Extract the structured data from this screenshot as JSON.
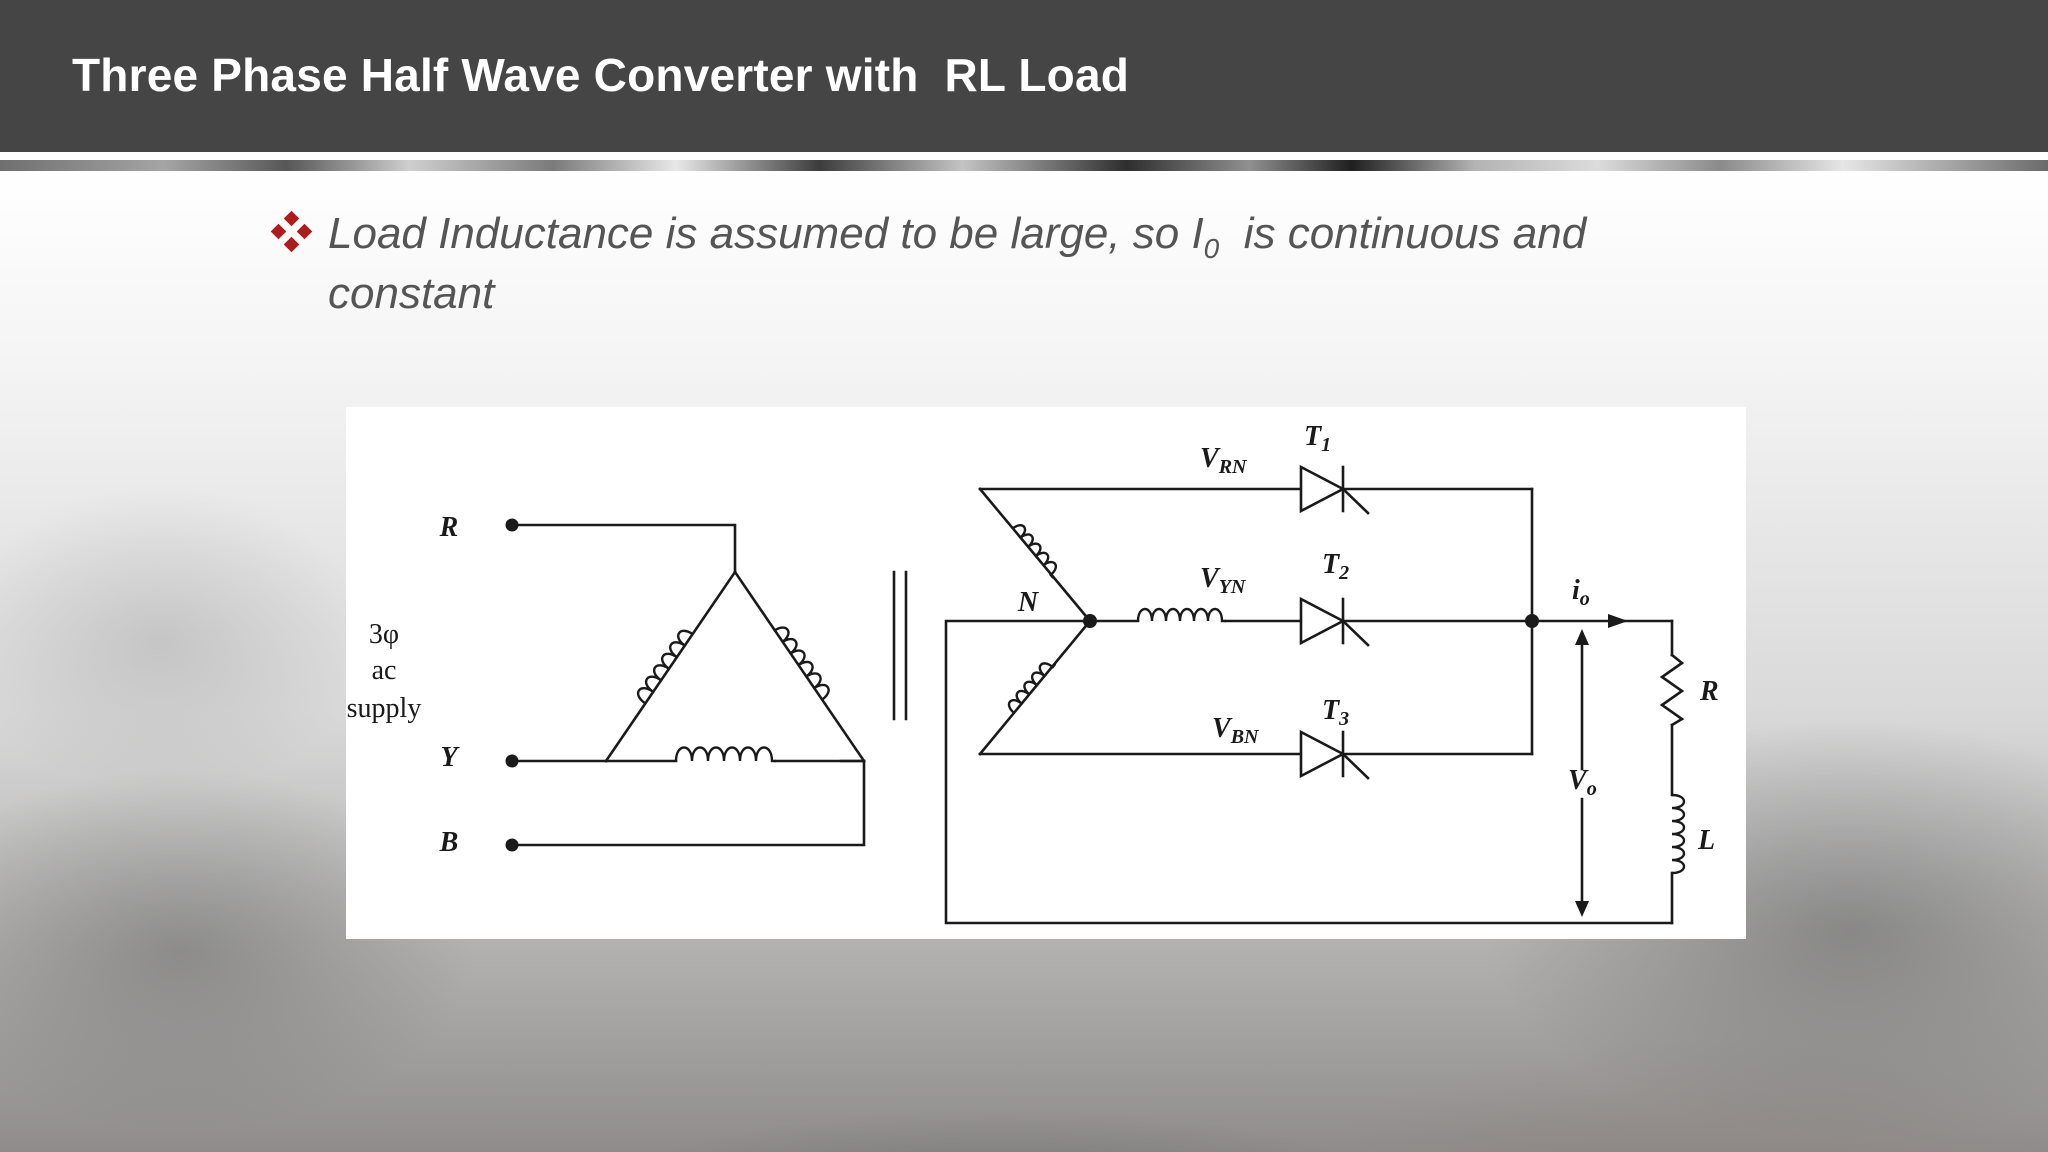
{
  "slide": {
    "title": "Three Phase Half Wave Converter with  RL Load",
    "accent_color": "#b01c1c",
    "bullet": {
      "text_before": "Load Inductance is assumed to be large, so ",
      "symbol": "I",
      "symbol_sub": "0",
      "text_after": "  is continuous and constant"
    }
  },
  "circuit": {
    "supply_label_line1": "3φ",
    "supply_label_line2": "ac",
    "supply_label_line3": "supply",
    "terminal_r": "R",
    "terminal_y": "Y",
    "terminal_b": "B",
    "neutral": "N",
    "vrn_main": "V",
    "vrn_sub": "RN",
    "vyn_main": "V",
    "vyn_sub": "YN",
    "vbn_main": "V",
    "vbn_sub": "BN",
    "t1_main": "T",
    "t1_sub": "1",
    "t2_main": "T",
    "t2_sub": "2",
    "t3_main": "T",
    "t3_sub": "3",
    "io_main": "i",
    "io_sub": "o",
    "vo_main": "V",
    "vo_sub": "o",
    "load_r": "R",
    "load_l": "L"
  }
}
